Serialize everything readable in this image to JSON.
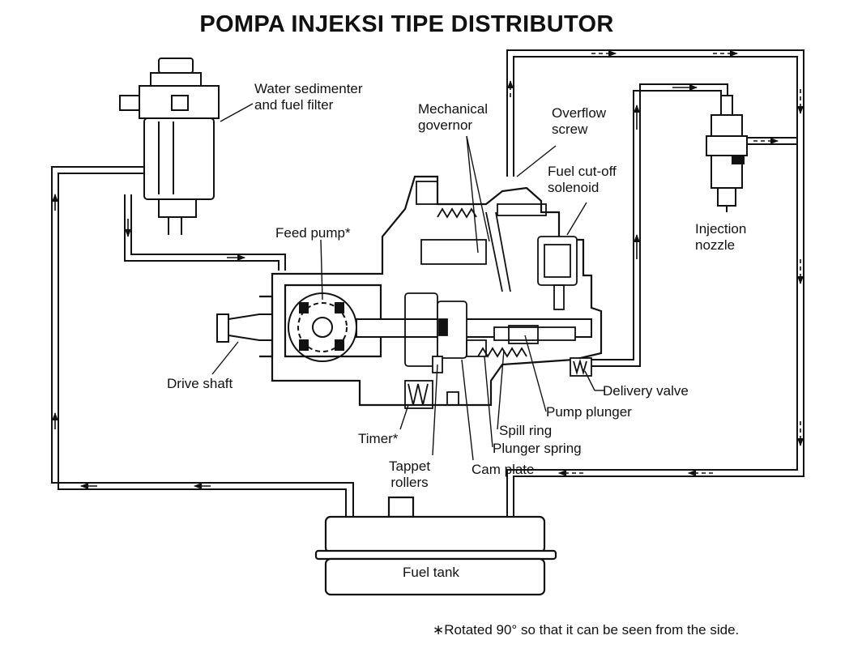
{
  "title": "POMPA INJEKSI TIPE DISTRIBUTOR",
  "labels": {
    "water_sedimenter_1": "Water sedimenter",
    "water_sedimenter_2": "and fuel filter",
    "mechanical_1": "Mechanical",
    "mechanical_2": "governor",
    "overflow_1": "Overflow",
    "overflow_2": "screw",
    "cutoff_1": "Fuel cut-off",
    "cutoff_2": "solenoid",
    "injection_1": "Injection",
    "injection_2": "nozzle",
    "feed_pump": "Feed pump*",
    "drive_shaft": "Drive shaft",
    "delivery_valve": "Delivery valve",
    "pump_plunger": "Pump plunger",
    "spill_ring": "Spill ring",
    "plunger_spring": "Plunger spring",
    "timer": "Timer*",
    "tappet_1": "Tappet",
    "tappet_2": "rollers",
    "cam_plate": "Cam plate",
    "fuel_tank": "Fuel tank"
  },
  "footnote": "∗Rotated 90° so that it can be seen from the side."
}
